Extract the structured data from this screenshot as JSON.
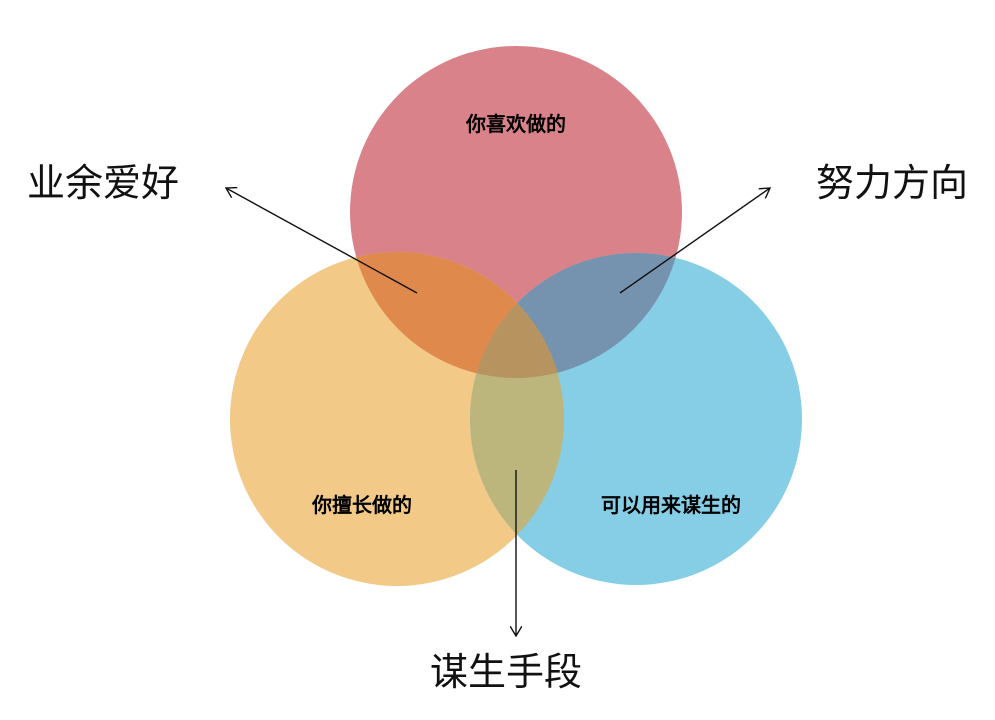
{
  "circles": {
    "top": {
      "label": "你喜欢做的",
      "color": "#D9828A"
    },
    "left": {
      "label": "你擅长做的",
      "color": "#F2C986"
    },
    "right": {
      "label": "可以用来谋生的",
      "color": "#86CDE6"
    }
  },
  "overlaps": {
    "top_left": {
      "color": "#E0894D"
    },
    "top_right": {
      "color": "#7592AE"
    },
    "left_right": {
      "color": "#BCB67D"
    },
    "center": {
      "color": "#B6935F"
    }
  },
  "callouts": {
    "top_left": {
      "label": "业余爱好"
    },
    "top_right": {
      "label": "努力方向"
    },
    "left_right": {
      "label": "谋生手段"
    }
  }
}
